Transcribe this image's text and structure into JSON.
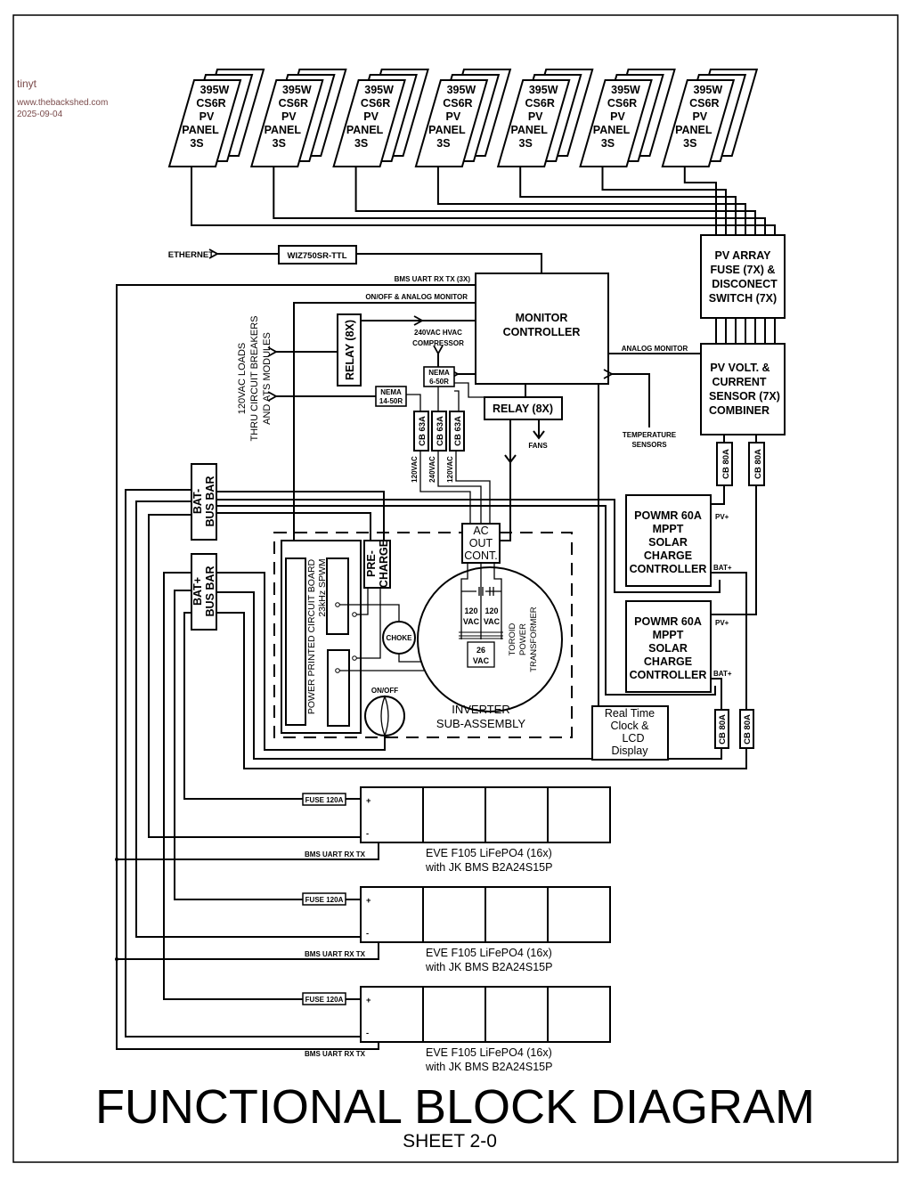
{
  "watermark": {
    "user": "tinyt",
    "site": "www.thebackshed.com",
    "date": "2025-09-04"
  },
  "pv_panel": {
    "lines": [
      "395W",
      "CS6R",
      "PV",
      "PANEL",
      "3S"
    ],
    "count": 7
  },
  "pv_array_box": {
    "lines": [
      "PV ARRAY",
      "FUSE (7X) &",
      "DISCONECT",
      "SWITCH (7X)"
    ]
  },
  "pv_sensor_box": {
    "lines": [
      "PV VOLT. &",
      "CURRENT",
      "SENSOR (7X)",
      "COMBINER"
    ]
  },
  "monitor_box": {
    "lines": [
      "MONITOR",
      "CONTROLLER"
    ]
  },
  "ethernet": {
    "label": "ETHERNET",
    "module": "WIZ750SR-TTL"
  },
  "signals": {
    "bms_uart_3x": "BMS UART RX TX (3X)",
    "onoff_analog": "ON/OFF & ANALOG MONITOR",
    "analog_monitor": "ANALOG MONITOR",
    "temperature": [
      "TEMPERATURE",
      "SENSORS"
    ],
    "fans": "FANS",
    "hvac": [
      "240VAC HVAC",
      "COMPRESSOR"
    ],
    "loads": [
      "120VAC LOADS",
      "THRU CIRCUIT BREAKERS",
      "AND ATS MODULES"
    ]
  },
  "relay_vertical": "RELAY (8X)",
  "relay_horizontal": "RELAY (8X)",
  "nema_6": [
    "NEMA",
    "6-50R"
  ],
  "nema_14": [
    "NEMA",
    "14-50R"
  ],
  "cb63": [
    "CB 63A",
    "CB 63A",
    "CB 63A"
  ],
  "cb63_voltages": [
    "120VAC",
    "240VAC",
    "120VAC"
  ],
  "cb80": "CB 80A",
  "bus_bars": {
    "neg": [
      "BAT-",
      "BUS BAR"
    ],
    "pos": [
      "BAT+",
      "BUS BAR"
    ]
  },
  "inverter": {
    "pcb": [
      "POWER PRINTED CIRCUIT BOARD",
      "23kHz SPWM"
    ],
    "precharge": [
      "PRE-",
      "CHARGE"
    ],
    "ac_out": [
      "AC",
      "OUT",
      "CONT."
    ],
    "choke": "CHOKE",
    "onoff": "ON/OFF",
    "secondary": [
      "120",
      "VAC",
      "120",
      "VAC"
    ],
    "primary": [
      "26",
      "VAC"
    ],
    "toroid": [
      "TOROID",
      "POWER",
      "TRANSFORMER"
    ],
    "title": [
      "INVERTER",
      "SUB-ASSEMBLY"
    ]
  },
  "charge_controller": {
    "lines": [
      "POWMR 60A",
      "MPPT",
      "SOLAR",
      "CHARGE",
      "CONTROLLER"
    ],
    "pv": "PV+",
    "bat": "BAT+"
  },
  "rtc": [
    "Real Time",
    "Clock &",
    "LCD",
    "Display"
  ],
  "battery": {
    "fuse": "FUSE 120A",
    "plus": "+",
    "minus": "-",
    "bms": "BMS UART RX TX",
    "lines": [
      "EVE F105 LiFePO4 (16x)",
      "with JK BMS B2A24S15P"
    ],
    "count": 3
  },
  "footer": {
    "title": "FUNCTIONAL BLOCK DIAGRAM",
    "sheet": "SHEET 2-0"
  }
}
